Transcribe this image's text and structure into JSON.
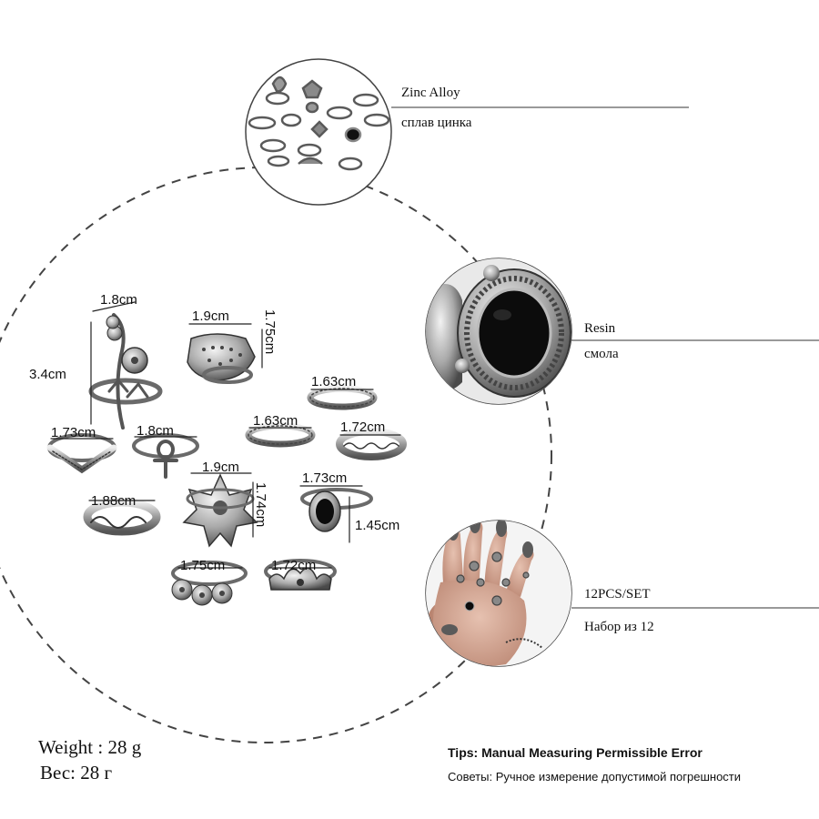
{
  "callouts": {
    "material": {
      "line1": "Zinc Alloy",
      "line2": "сплав цинка"
    },
    "stone": {
      "line1": "Resin",
      "line2": "смола"
    },
    "set": {
      "line1": "12PCS/SET",
      "line2": "Набор из 12"
    }
  },
  "dimensions": {
    "flower_vine_width": "1.8cm",
    "flower_vine_height": "3.4cm",
    "hamsa_width": "1.9cm",
    "hamsa_height": "1.75cm",
    "band_a": "1.63cm",
    "band_b": "1.63cm",
    "band_c": "1.72cm",
    "chevron": "1.73cm",
    "ankh": "1.8cm",
    "lotus_width": "1.9cm",
    "lotus_height": "1.74cm",
    "oval_width": "1.73cm",
    "oval_height": "1.45cm",
    "scroll": "1.88cm",
    "roses": "1.75cm",
    "crown": "1.72cm"
  },
  "weight": {
    "en": "Weight : 28 g",
    "ru": "Вес: 28 г"
  },
  "tips": {
    "en": "Tips: Manual Measuring Permissible Error",
    "ru": "Советы: Ручное измерение допустимой погрешности"
  },
  "colors": {
    "silver": "#b9b9b9",
    "dark_silver": "#555555",
    "resin": "#0c0c0c",
    "skin": "#d8a894",
    "nail": "#5a5a5a"
  }
}
